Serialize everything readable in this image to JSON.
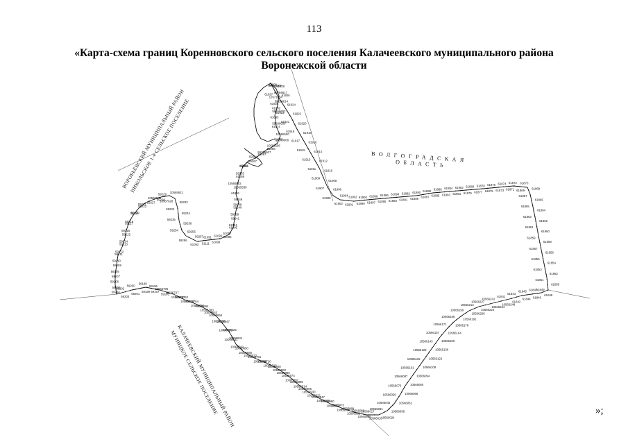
{
  "page_number": "113",
  "title": {
    "line1": "«Карта-схема границ Коренновского сельского поселения Калачеевского муниципального района",
    "line2": "Воронежской области"
  },
  "closing": "»;",
  "regions": {
    "volgograd_line1": "ВОЛГОГРАДСКАЯ",
    "volgograd_line2": "ОБЛАСТЬ",
    "vorobyovsky_line1": "ВОРОБЬЁВСКИЙ МУНИЦИПАЛЬНЫЙ РАЙОН",
    "vorobyovsky_line2": "НИКОЛЬСКОЕ 1-е СЕЛЬСКОЕ ПОСЕЛЕНИЕ",
    "kalach_line1": "КАЛАЧЕЕВСКИЙ МУНИЦИПАЛЬНЫЙ РАЙОН",
    "kalach_line2": "МУНИЦКОЕ СЕЛЬСКОЕ ПОСЕЛЕНИЕ"
  },
  "colors": {
    "ink": "#111111",
    "background": "#ffffff"
  },
  "boundary_points": [
    "59266609",
    "61099",
    "59266617",
    "10571034",
    "59266614",
    "61082",
    "59266602",
    "61083",
    "59266609",
    "61074",
    "10565500",
    "61085",
    "10570068",
    "61086",
    "10565556",
    "61087",
    "59266607",
    "59267",
    "59264",
    "59261",
    "59258",
    "59263",
    "61088",
    "10565562",
    "10565530",
    "61091",
    "59249",
    "59248",
    "59240",
    "59239",
    "59241",
    "61094",
    "61095",
    "61096",
    "61097",
    "61098",
    "61099",
    "61111",
    "61091",
    "61092",
    "59257",
    "59256",
    "59255",
    "59254",
    "59236",
    "59235",
    "59234",
    "59233",
    "59232",
    "10567628",
    "10565621",
    "59228",
    "59229",
    "59227",
    "10565584",
    "59222",
    "59221",
    "59220",
    "59219",
    "59218",
    "59217",
    "59216",
    "59215",
    "59214",
    "59213",
    "59212",
    "59211",
    "59210",
    "59209",
    "59208",
    "59207",
    "59206",
    "59205",
    "59204",
    "59203",
    "59202",
    "59201",
    "59200",
    "59199",
    "59198",
    "59197",
    "59196",
    "59195",
    "10565706",
    "10565720",
    "10565727",
    "10565734",
    "10565742",
    "10565750",
    "10565764",
    "10565780",
    "10008664",
    "10008656",
    "10008643",
    "10008647",
    "10008538",
    "10008625",
    "10008629",
    "10008634",
    "10008641",
    "10008650",
    "10008661",
    "10008672",
    "10008680",
    "10008690",
    "10008701",
    "10008713",
    "10008720",
    "10565860",
    "10565868",
    "10565874",
    "10565880",
    "10565886",
    "10565897",
    "10565905",
    "10565914",
    "10565922",
    "10565930",
    "10565939",
    "10565947",
    "10565954",
    "10565960",
    "10565968",
    "10565975",
    "10565982",
    "10565989",
    "10565996",
    "10566003",
    "10566010",
    "10566017",
    "10566024",
    "10566031",
    "10566038",
    "10566045",
    "10566052",
    "10566059",
    "10566066",
    "10566073",
    "10566080",
    "10566087",
    "10566094",
    "10566101",
    "10566108",
    "10566115",
    "10566122",
    "10566129",
    "10566136",
    "10566143",
    "10566150",
    "10566157",
    "10566164",
    "10566171",
    "10566178",
    "10566185",
    "10566192",
    "10566199",
    "10566206",
    "10566213",
    "10566220",
    "10566227",
    "10566234",
    "10566241",
    "10566248",
    "61841",
    "61842",
    "61843",
    "61844",
    "61845",
    "61846",
    "61847",
    "61848",
    "61849",
    "61850",
    "61851",
    "61852",
    "61853",
    "61854",
    "61855",
    "61856",
    "61857",
    "61858",
    "61859",
    "61860",
    "61861",
    "61862",
    "61863",
    "61864",
    "61865",
    "61866",
    "61867",
    "61868",
    "61869",
    "61870",
    "61871",
    "61872",
    "61873",
    "61874",
    "61875",
    "61876",
    "61877",
    "61878",
    "61879",
    "61880",
    "61881",
    "61882",
    "61883",
    "61884",
    "61885",
    "61886",
    "61887",
    "61888",
    "61889",
    "61890",
    "61891",
    "61892",
    "61893",
    "61894",
    "61895",
    "61896",
    "61897",
    "61898",
    "61899",
    "61900",
    "61901",
    "61902",
    "61903",
    "61904",
    "61905",
    "61906",
    "61907",
    "61908",
    "61909",
    "61910",
    "61911",
    "61912",
    "61913",
    "61914",
    "61915",
    "61916",
    "61917",
    "61918",
    "61919",
    "61920",
    "61921",
    "61922",
    "61923",
    "61924",
    "61925",
    "61926",
    "61927",
    "61928"
  ]
}
